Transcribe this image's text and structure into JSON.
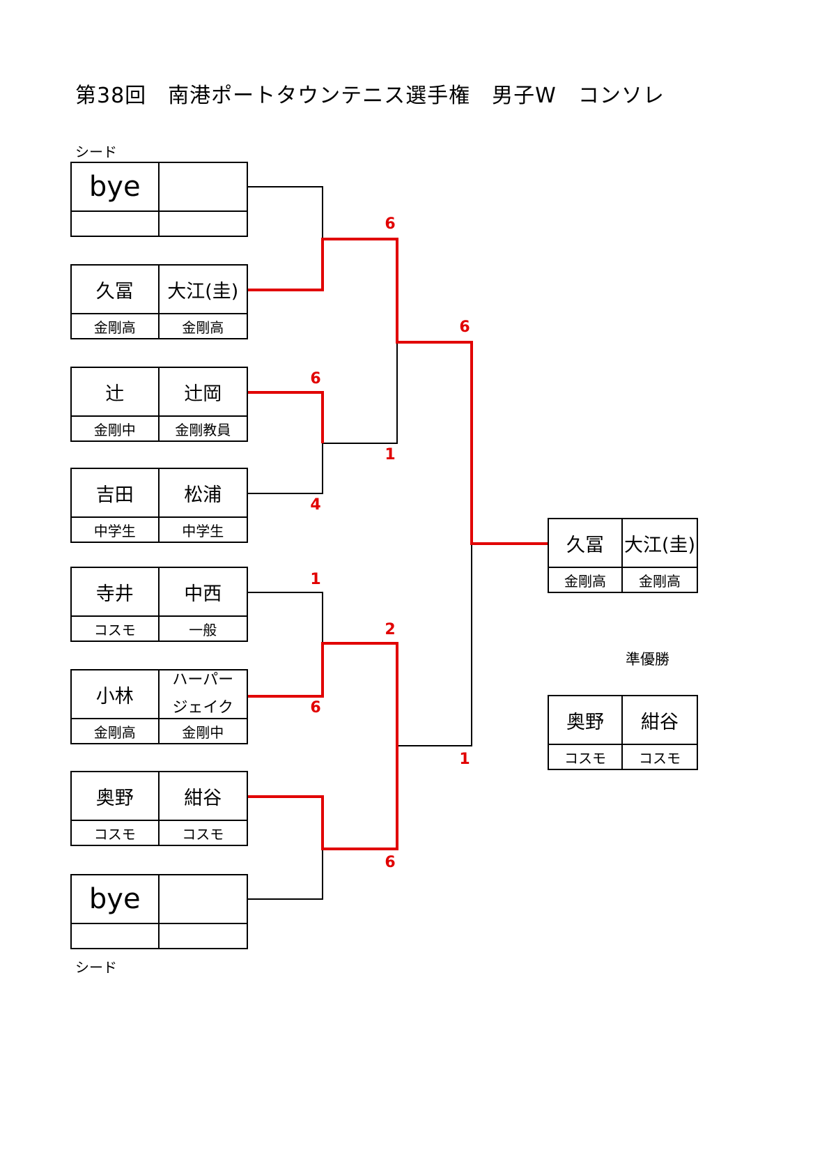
{
  "title": "第38回　南港ポートタウンテニス選手権　男子W　コンソレ",
  "seed_label": "シード",
  "runner_up_label": "準優勝",
  "colors": {
    "winner_line": "#e10000",
    "line": "#000000"
  },
  "entries": [
    {
      "p1": "bye",
      "p2": "",
      "s1": "",
      "s2": ""
    },
    {
      "p1": "久冨",
      "p2": "大江(圭)",
      "s1": "金剛高",
      "s2": "金剛高"
    },
    {
      "p1": "辻",
      "p2": "辻岡",
      "s1": "金剛中",
      "s2": "金剛教員"
    },
    {
      "p1": "吉田",
      "p2": "松浦",
      "s1": "中学生",
      "s2": "中学生"
    },
    {
      "p1": "寺井",
      "p2": "中西",
      "s1": "コスモ",
      "s2": "一般"
    },
    {
      "p1": "小林",
      "p2a": "ハーパー",
      "p2b": "ジェイク",
      "s1": "金剛高",
      "s2": "金剛中"
    },
    {
      "p1": "奥野",
      "p2": "紺谷",
      "s1": "コスモ",
      "s2": "コスモ"
    },
    {
      "p1": "bye",
      "p2": "",
      "s1": "",
      "s2": ""
    }
  ],
  "winner": {
    "p1": "久冨",
    "p2": "大江(圭)",
    "s1": "金剛高",
    "s2": "金剛高"
  },
  "runner_up": {
    "p1": "奥野",
    "p2": "紺谷",
    "s1": "コスモ",
    "s2": "コスモ"
  },
  "scores": {
    "r1_m1_top": "6",
    "r1_m2_top": "6",
    "r1_m2_bottom": "4",
    "r1_m3_top": "1",
    "r1_m3_bottom": "6",
    "r2_m1_top": "6",
    "r2_m1_bottom": "1",
    "r2_m2_top": "2",
    "r2_m2_bottom": "6",
    "final_top": "6",
    "final_bottom": "1"
  }
}
